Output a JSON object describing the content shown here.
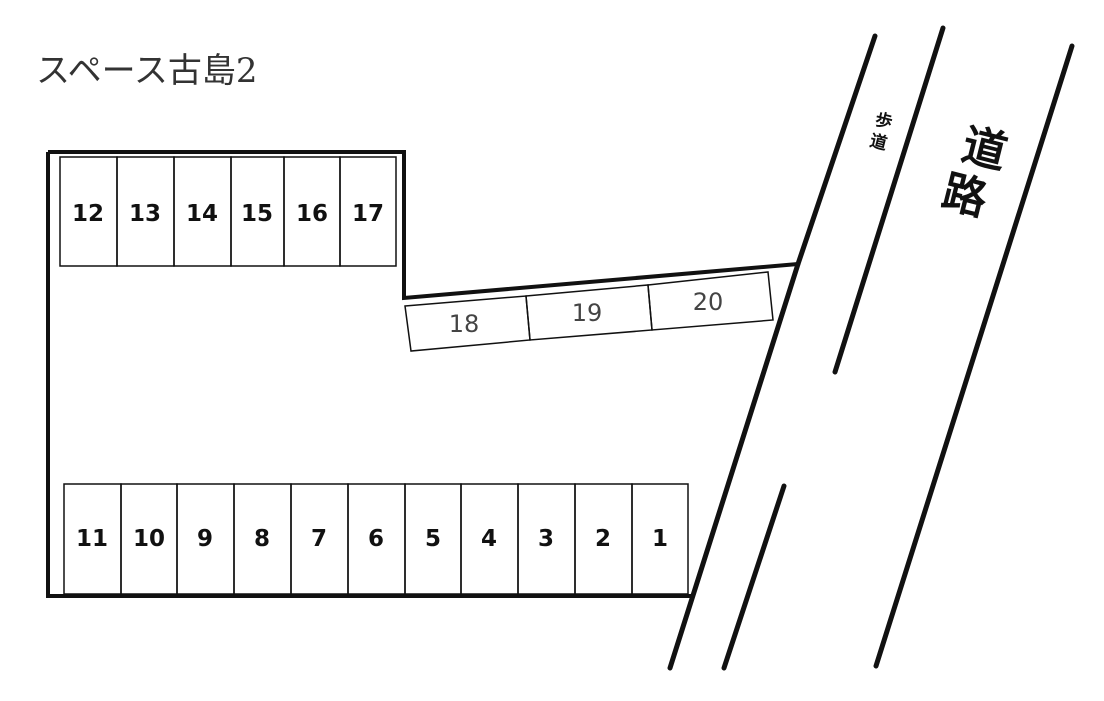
{
  "title": "スペース古島2",
  "road_label": "道路",
  "sidewalk_label": "歩道",
  "slots_top": [
    "12",
    "13",
    "14",
    "15",
    "16",
    "17"
  ],
  "slots_angled": [
    "18",
    "19",
    "20"
  ],
  "slots_bottom": [
    "11",
    "10",
    "9",
    "8",
    "7",
    "6",
    "5",
    "4",
    "3",
    "2",
    "1"
  ],
  "colors": {
    "line": "#111111",
    "background": "#ffffff"
  }
}
